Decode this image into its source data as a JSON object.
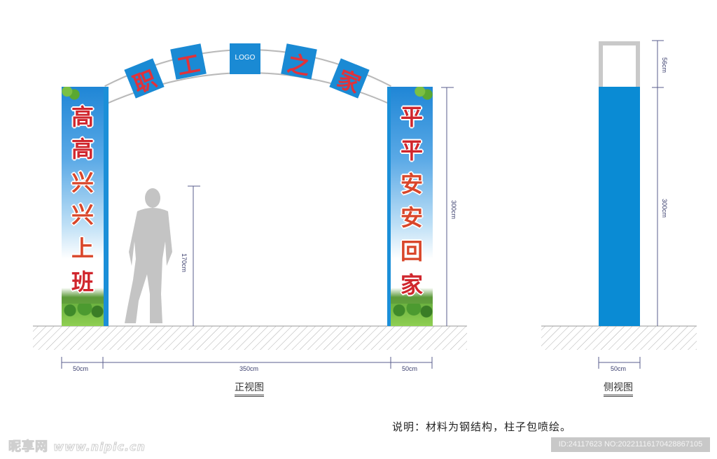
{
  "front_view": {
    "arch": {
      "panels": [
        {
          "text": "职",
          "type": "char"
        },
        {
          "text": "工",
          "type": "char"
        },
        {
          "text": "LOGO",
          "type": "logo"
        },
        {
          "text": "之",
          "type": "char"
        },
        {
          "text": "家",
          "type": "char"
        }
      ],
      "panel_color": "#1a8ad4",
      "char_color": "#e0323a",
      "frame_color": "#b8b8b8"
    },
    "left_pillar": {
      "chars": [
        "高",
        "高",
        "兴",
        "兴",
        "上",
        "班"
      ]
    },
    "right_pillar": {
      "chars": [
        "平",
        "平",
        "安",
        "安",
        "回",
        "家"
      ]
    },
    "human_height_label": "170cm",
    "pillar_height_label": "300cm",
    "width_labels": {
      "left": "50cm",
      "middle": "350cm",
      "right": "50cm"
    },
    "title": "正视图"
  },
  "side_view": {
    "top_height_label": "56cm",
    "pillar_height_label": "300cm",
    "width_label": "50cm",
    "title": "侧视图",
    "pillar_color": "#0a8bd4",
    "frame_color": "#c9c9c9"
  },
  "note": "说明：材料为钢结构，柱子包喷绘。",
  "watermark": {
    "brand": "昵享网",
    "url": "www.nipic.cn"
  },
  "id_badge": "ID:24117623 NO:20221116170428867105"
}
